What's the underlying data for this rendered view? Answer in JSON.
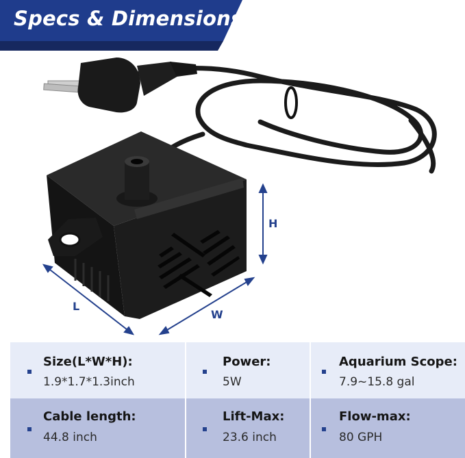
{
  "header": {
    "title": "Specs & Dimensions"
  },
  "dimensions": {
    "length": "L",
    "width": "W",
    "height": "H"
  },
  "specs": [
    {
      "label": "Size(L*W*H):",
      "value": "1.9*1.7*1.3inch"
    },
    {
      "label": "Power:",
      "value": "5W"
    },
    {
      "label": "Aquarium Scope:",
      "value": "7.9~15.8 gal"
    },
    {
      "label": "Cable length:",
      "value": "44.8 inch"
    },
    {
      "label": "Lift-Max:",
      "value": "23.6 inch"
    },
    {
      "label": "Flow-max:",
      "value": "80 GPH"
    }
  ],
  "colors": {
    "brand": "#24418d",
    "row_light": "#e7ecf8",
    "row_dark": "#b7bfde"
  }
}
